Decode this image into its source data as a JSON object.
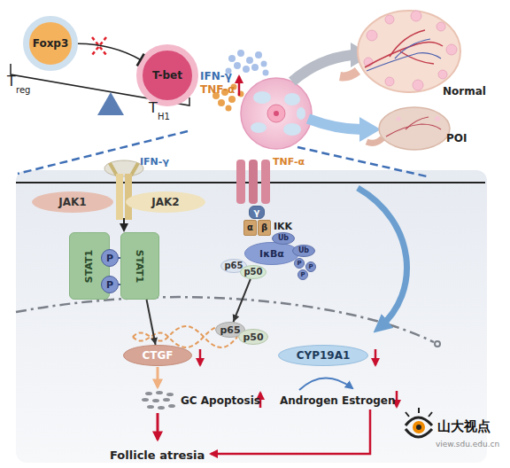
{
  "diagram": {
    "nodes": [
      {
        "text": [
          "Foxp3"
        ]
      },
      {
        "text": [
          "T-bet"
        ]
      },
      {
        "text": [
          "JAK1"
        ]
      },
      {
        "text": [
          "JAK2"
        ]
      },
      {
        "text": [
          "STAT1"
        ]
      },
      {
        "text": [
          "STAT1"
        ]
      },
      {
        "text": [
          "P"
        ]
      },
      {
        "text": [
          "P"
        ]
      },
      {
        "text": [
          "γ"
        ]
      },
      {
        "text": [
          "α"
        ]
      },
      {
        "text": [
          "β"
        ]
      },
      {
        "text": [
          "IκBα"
        ]
      },
      {
        "text": [
          "Ub"
        ]
      },
      {
        "text": [
          "Ub"
        ]
      },
      {
        "text": [
          "P"
        ]
      },
      {
        "text": [
          "P"
        ]
      },
      {
        "text": [
          "P"
        ]
      },
      {
        "text": [
          "p65"
        ]
      },
      {
        "text": [
          "p50"
        ]
      },
      {
        "text": [
          "p65"
        ]
      },
      {
        "text": [
          "p50"
        ]
      },
      {
        "text": [
          "CTGF"
        ]
      },
      {
        "text": [
          "CYP19A1"
        ]
      }
    ],
    "edges": [
      {
        "from": 0,
        "to": 1,
        "arrow": "to"
      },
      {
        "from": 5,
        "to": 21,
        "arrow": "to"
      },
      {
        "from": 18,
        "to": 19,
        "arrow": "to"
      }
    ],
    "labels": [
      "T",
      "reg",
      "T",
      "H1",
      "IFN-γ",
      "TNF-α",
      "Normal",
      "POI",
      "IFN-γ",
      "TNF-α",
      "IKK",
      "GC Apoptosis",
      "Androgen",
      "Estrogen",
      "Follicle atresia",
      "山大视点",
      "view.sdu.edu.cn"
    ]
  }
}
